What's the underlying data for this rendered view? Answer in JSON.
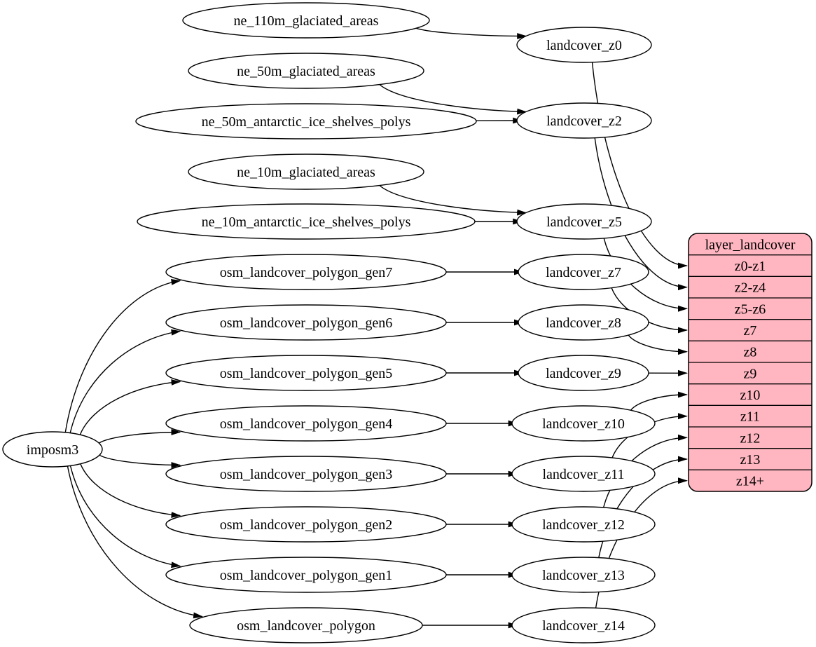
{
  "diagram": {
    "type": "dependency-graph",
    "colors": {
      "background": "#ffffff",
      "node_fill": "#ffffff",
      "node_stroke": "#000000",
      "edge": "#000000",
      "text": "#000000",
      "record_fill": "#ffb6c1",
      "record_stroke": "#000000"
    },
    "nodes": [
      {
        "id": "imposm3",
        "label": "imposm3"
      },
      {
        "id": "ne_110m_glaciated_areas",
        "label": "ne_110m_glaciated_areas"
      },
      {
        "id": "ne_50m_glaciated_areas",
        "label": "ne_50m_glaciated_areas"
      },
      {
        "id": "ne_50m_antarctic_ice_shelves_polys",
        "label": "ne_50m_antarctic_ice_shelves_polys"
      },
      {
        "id": "ne_10m_glaciated_areas",
        "label": "ne_10m_glaciated_areas"
      },
      {
        "id": "ne_10m_antarctic_ice_shelves_polys",
        "label": "ne_10m_antarctic_ice_shelves_polys"
      },
      {
        "id": "osm_landcover_polygon_gen7",
        "label": "osm_landcover_polygon_gen7"
      },
      {
        "id": "osm_landcover_polygon_gen6",
        "label": "osm_landcover_polygon_gen6"
      },
      {
        "id": "osm_landcover_polygon_gen5",
        "label": "osm_landcover_polygon_gen5"
      },
      {
        "id": "osm_landcover_polygon_gen4",
        "label": "osm_landcover_polygon_gen4"
      },
      {
        "id": "osm_landcover_polygon_gen3",
        "label": "osm_landcover_polygon_gen3"
      },
      {
        "id": "osm_landcover_polygon_gen2",
        "label": "osm_landcover_polygon_gen2"
      },
      {
        "id": "osm_landcover_polygon_gen1",
        "label": "osm_landcover_polygon_gen1"
      },
      {
        "id": "osm_landcover_polygon",
        "label": "osm_landcover_polygon"
      },
      {
        "id": "landcover_z0",
        "label": "landcover_z0"
      },
      {
        "id": "landcover_z2",
        "label": "landcover_z2"
      },
      {
        "id": "landcover_z5",
        "label": "landcover_z5"
      },
      {
        "id": "landcover_z7",
        "label": "landcover_z7"
      },
      {
        "id": "landcover_z8",
        "label": "landcover_z8"
      },
      {
        "id": "landcover_z9",
        "label": "landcover_z9"
      },
      {
        "id": "landcover_z10",
        "label": "landcover_z10"
      },
      {
        "id": "landcover_z11",
        "label": "landcover_z11"
      },
      {
        "id": "landcover_z12",
        "label": "landcover_z12"
      },
      {
        "id": "landcover_z13",
        "label": "landcover_z13"
      },
      {
        "id": "landcover_z14",
        "label": "landcover_z14"
      }
    ],
    "record": {
      "id": "layer_landcover",
      "title": "layer_landcover",
      "rows": [
        "z0-z1",
        "z2-z4",
        "z5-z6",
        "z7",
        "z8",
        "z9",
        "z10",
        "z11",
        "z12",
        "z13",
        "z14+"
      ]
    },
    "edges": [
      {
        "from": "ne_110m_glaciated_areas",
        "to": "landcover_z0"
      },
      {
        "from": "ne_50m_glaciated_areas",
        "to": "landcover_z2"
      },
      {
        "from": "ne_50m_antarctic_ice_shelves_polys",
        "to": "landcover_z2"
      },
      {
        "from": "ne_10m_glaciated_areas",
        "to": "landcover_z5"
      },
      {
        "from": "ne_10m_antarctic_ice_shelves_polys",
        "to": "landcover_z5"
      },
      {
        "from": "imposm3",
        "to": "osm_landcover_polygon_gen7"
      },
      {
        "from": "imposm3",
        "to": "osm_landcover_polygon_gen6"
      },
      {
        "from": "imposm3",
        "to": "osm_landcover_polygon_gen5"
      },
      {
        "from": "imposm3",
        "to": "osm_landcover_polygon_gen4"
      },
      {
        "from": "imposm3",
        "to": "osm_landcover_polygon_gen3"
      },
      {
        "from": "imposm3",
        "to": "osm_landcover_polygon_gen2"
      },
      {
        "from": "imposm3",
        "to": "osm_landcover_polygon_gen1"
      },
      {
        "from": "imposm3",
        "to": "osm_landcover_polygon"
      },
      {
        "from": "osm_landcover_polygon_gen7",
        "to": "landcover_z7"
      },
      {
        "from": "osm_landcover_polygon_gen6",
        "to": "landcover_z8"
      },
      {
        "from": "osm_landcover_polygon_gen5",
        "to": "landcover_z9"
      },
      {
        "from": "osm_landcover_polygon_gen4",
        "to": "landcover_z10"
      },
      {
        "from": "osm_landcover_polygon_gen3",
        "to": "landcover_z11"
      },
      {
        "from": "osm_landcover_polygon_gen2",
        "to": "landcover_z12"
      },
      {
        "from": "osm_landcover_polygon_gen1",
        "to": "landcover_z13"
      },
      {
        "from": "osm_landcover_polygon",
        "to": "landcover_z14"
      },
      {
        "from": "landcover_z0",
        "to": "layer_landcover",
        "row": "z0-z1"
      },
      {
        "from": "landcover_z2",
        "to": "layer_landcover",
        "row": "z2-z4"
      },
      {
        "from": "landcover_z5",
        "to": "layer_landcover",
        "row": "z5-z6"
      },
      {
        "from": "landcover_z7",
        "to": "layer_landcover",
        "row": "z7"
      },
      {
        "from": "landcover_z8",
        "to": "layer_landcover",
        "row": "z8"
      },
      {
        "from": "landcover_z9",
        "to": "layer_landcover",
        "row": "z9"
      },
      {
        "from": "landcover_z10",
        "to": "layer_landcover",
        "row": "z10"
      },
      {
        "from": "landcover_z11",
        "to": "layer_landcover",
        "row": "z11"
      },
      {
        "from": "landcover_z12",
        "to": "layer_landcover",
        "row": "z12"
      },
      {
        "from": "landcover_z13",
        "to": "layer_landcover",
        "row": "z13"
      },
      {
        "from": "landcover_z14",
        "to": "layer_landcover",
        "row": "z14+"
      }
    ]
  }
}
